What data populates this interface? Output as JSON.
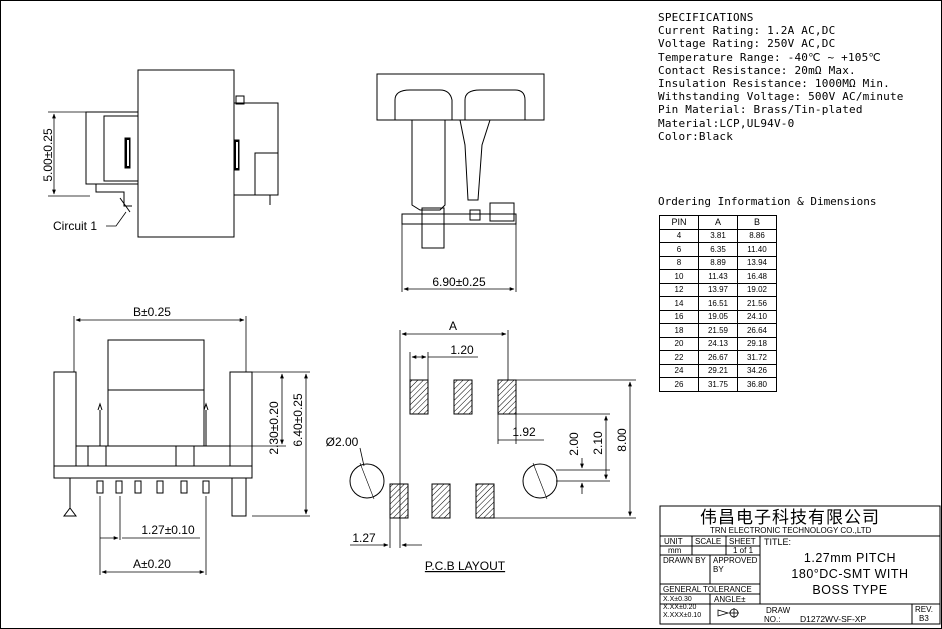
{
  "specs": {
    "title": "SPECIFICATIONS",
    "lines": [
      "Current Rating: 1.2A AC,DC",
      "Voltage Rating: 250V AC,DC",
      "Temperature Range: -40℃ ~ +105℃",
      "Contact Resistance: 20mΩ Max.",
      "Insulation Resistance: 1000MΩ Min.",
      "Withstanding Voltage: 500V AC/minute",
      "Pin Material: Brass/Tin-plated",
      "Material:LCP,UL94V-0",
      "Color:Black"
    ]
  },
  "ordering": {
    "title": "Ordering Information & Dimensions",
    "headers": [
      "PIN",
      "A",
      "B"
    ],
    "rows": [
      [
        "4",
        "3.81",
        "8.86"
      ],
      [
        "6",
        "6.35",
        "11.40"
      ],
      [
        "8",
        "8.89",
        "13.94"
      ],
      [
        "10",
        "11.43",
        "16.48"
      ],
      [
        "12",
        "13.97",
        "19.02"
      ],
      [
        "14",
        "16.51",
        "21.56"
      ],
      [
        "16",
        "19.05",
        "24.10"
      ],
      [
        "18",
        "21.59",
        "26.64"
      ],
      [
        "20",
        "24.13",
        "29.18"
      ],
      [
        "22",
        "26.67",
        "31.72"
      ],
      [
        "24",
        "29.21",
        "34.26"
      ],
      [
        "26",
        "31.75",
        "36.80"
      ]
    ]
  },
  "dims": {
    "height": "5.00±0.25",
    "circuit": "Circuit 1",
    "width_side": "6.90±0.25",
    "b": "B±0.25",
    "h1": "2.30±0.20",
    "h2": "6.40±0.25",
    "pitch": "1.27±0.10",
    "a_tol": "A±0.20",
    "a": "A",
    "pad_w": "1.20",
    "pad_gap": "1.92",
    "hole": "Ø2.00",
    "d1": "2.00",
    "d2": "2.10",
    "d3": "8.00",
    "pitch_pcb": "1.27",
    "pcb_label": "P.C.B LAYOUT"
  },
  "title_block": {
    "company_cn": "伟昌电子科技有限公司",
    "company_en": "TRN ELECTRONIC TECHNOLOGY CO.,LTD",
    "unit_label": "UNIT",
    "unit": "mm",
    "scale_label": "SCALE",
    "sheet_label": "SHEET",
    "sheet": "1 of 1",
    "title_label": "TITLE:",
    "title_lines": [
      "1.27mm PITCH",
      "180°DC-SMT WITH",
      "BOSS TYPE"
    ],
    "drawn_label": "DRAWN BY",
    "approved_label": "APPROVED BY",
    "general_tol": "GENERAL TOLERANCE",
    "tol_lines": [
      "X.X±0.30",
      "X.XX±0.20",
      "X.XXX±0.10"
    ],
    "angle_label": "ANGLE±",
    "draw_label": "DRAW",
    "no_label": "NO.:",
    "draw_no": "D1272WV-SF-XP",
    "rev_label": "REV.",
    "rev": "B3"
  }
}
